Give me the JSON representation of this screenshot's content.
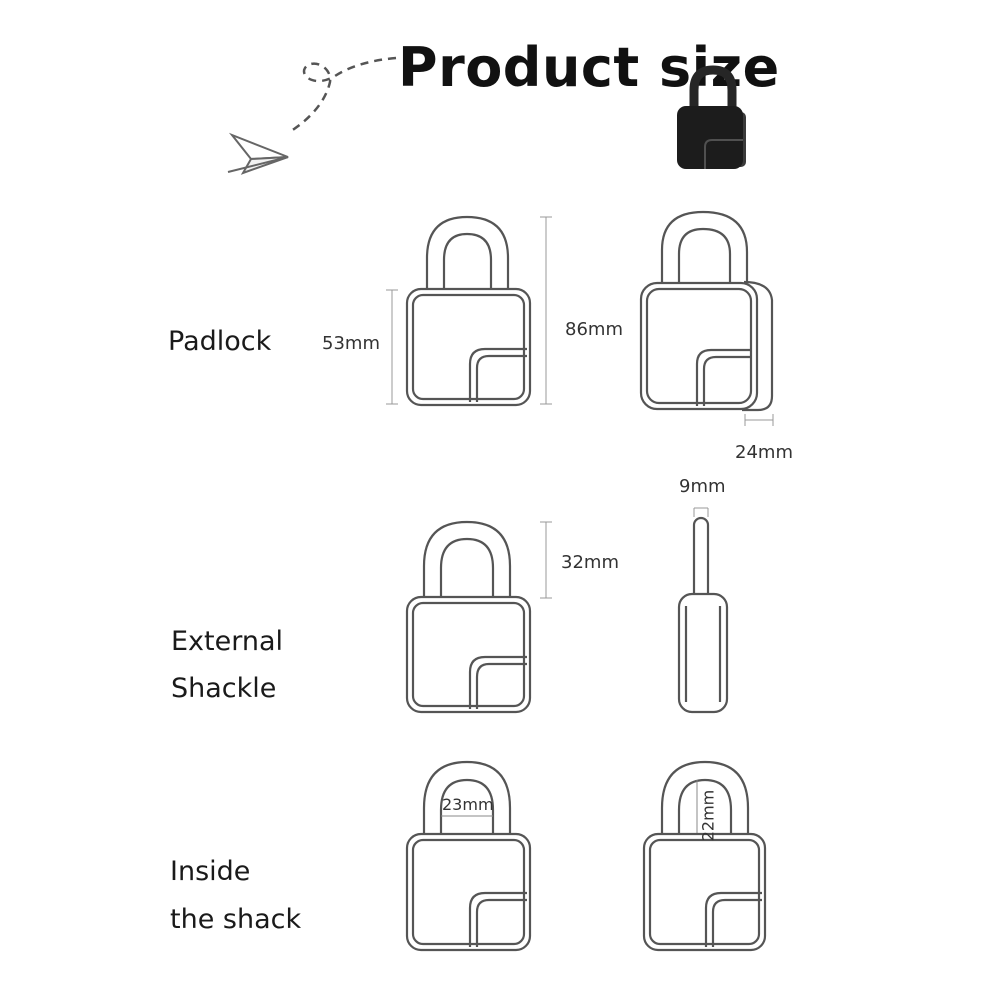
{
  "title": "Product size",
  "sections": {
    "padlock": {
      "label": "Padlock"
    },
    "external": {
      "label_line1": "External",
      "label_line2": "Shackle"
    },
    "inside": {
      "label_line1": "Inside",
      "label_line2": "the shack"
    }
  },
  "dimensions": {
    "body_height": "53mm",
    "total_height": "86mm",
    "depth": "24mm",
    "shackle_thickness": "9mm",
    "shackle_height": "32mm",
    "inside_width": "23mm",
    "inside_height": "22mm"
  },
  "colors": {
    "outline": "#555555",
    "product": "#1c1c1c",
    "text": "#1a1a1a"
  },
  "icons": [
    "paper-plane-icon",
    "padlock-photo"
  ]
}
